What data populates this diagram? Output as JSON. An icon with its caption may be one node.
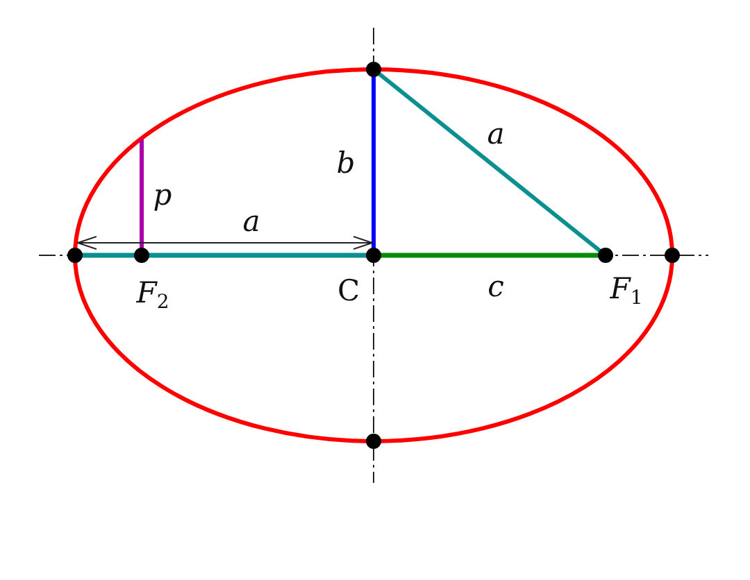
{
  "diagram": {
    "labels": [
      "a",
      "b",
      "p",
      "a",
      "*F*$_{2}$",
      "C",
      "c",
      "*F*$_{1}$"
    ]
  }
}
